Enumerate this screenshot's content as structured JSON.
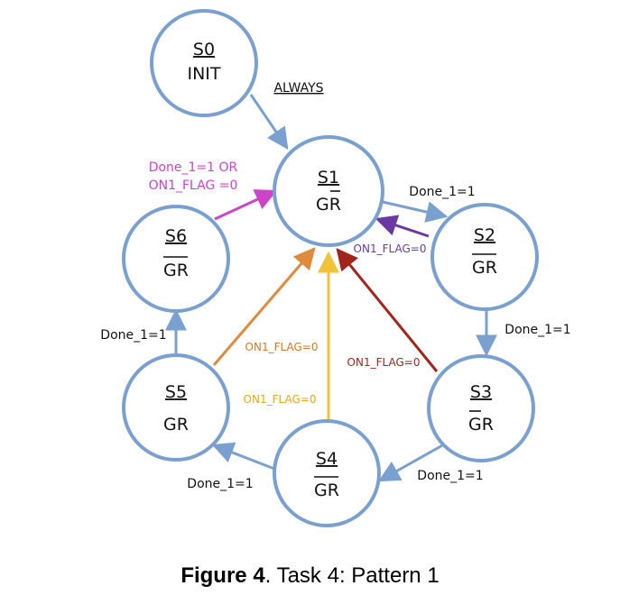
{
  "colors": {
    "node_stroke": "#7aa0cf",
    "magenta": "#cc44c8",
    "purple": "#6a3aa0",
    "orange": "#e08a3e",
    "yellow": "#f2c23a",
    "darkred": "#a3241c"
  },
  "states": [
    {
      "id": "S0",
      "label": "INIT",
      "bar": []
    },
    {
      "id": "S1",
      "label": "GR",
      "bar": [
        1
      ]
    },
    {
      "id": "S2",
      "label": "GR",
      "bar": [
        0,
        1
      ]
    },
    {
      "id": "S3",
      "label": "GR",
      "bar": [
        0
      ]
    },
    {
      "id": "S4",
      "label": "GR",
      "bar": [
        0,
        1
      ]
    },
    {
      "id": "S5",
      "label": "GR",
      "bar": []
    },
    {
      "id": "S6",
      "label": "GR",
      "bar": [
        0,
        1
      ]
    }
  ],
  "transitions": [
    {
      "from": "S0",
      "to": "S1",
      "label": "ALWAYS"
    },
    {
      "from": "S1",
      "to": "S2",
      "label": "Done_1=1"
    },
    {
      "from": "S2",
      "to": "S1",
      "label": "ON1_FLAG=0"
    },
    {
      "from": "S2",
      "to": "S3",
      "label": "Done_1=1"
    },
    {
      "from": "S3",
      "to": "S1",
      "label": "ON1_FLAG=0"
    },
    {
      "from": "S3",
      "to": "S4",
      "label": "Done_1=1"
    },
    {
      "from": "S4",
      "to": "S1",
      "label": "ON1_FLAG=0"
    },
    {
      "from": "S4",
      "to": "S5",
      "label": "Done_1=1"
    },
    {
      "from": "S5",
      "to": "S1",
      "label": "ON1_FLAG=0"
    },
    {
      "from": "S5",
      "to": "S6",
      "label": "Done_1=1"
    },
    {
      "from": "S6",
      "to": "S1",
      "label_line1": "Done_1=1 OR",
      "label_line2": "ON1_FLAG =0"
    }
  ],
  "caption": {
    "bold": "Figure 4",
    "rest": ". Task 4: Pattern 1"
  }
}
